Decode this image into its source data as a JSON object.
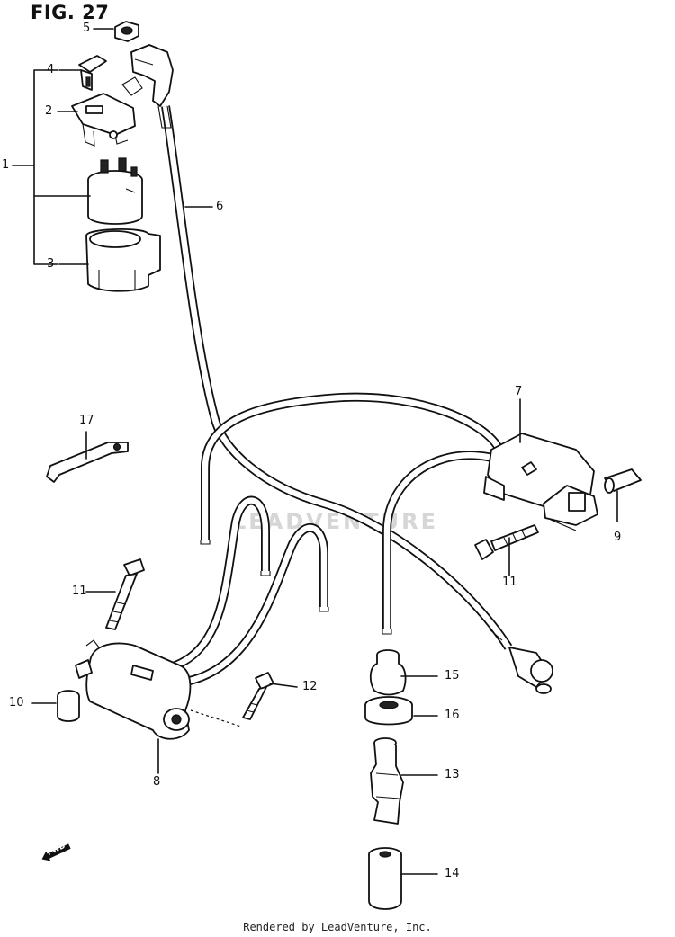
{
  "figure": {
    "title": "FIG. 27"
  },
  "callouts": [
    {
      "id": "1",
      "label": "1"
    },
    {
      "id": "2",
      "label": "2"
    },
    {
      "id": "3",
      "label": "3"
    },
    {
      "id": "4",
      "label": "4"
    },
    {
      "id": "5",
      "label": "5"
    },
    {
      "id": "6",
      "label": "6"
    },
    {
      "id": "7",
      "label": "7"
    },
    {
      "id": "8",
      "label": "8"
    },
    {
      "id": "9",
      "label": "9"
    },
    {
      "id": "10",
      "label": "10"
    },
    {
      "id": "11a",
      "label": "11"
    },
    {
      "id": "11b",
      "label": "11"
    },
    {
      "id": "12",
      "label": "12"
    },
    {
      "id": "13",
      "label": "13"
    },
    {
      "id": "14",
      "label": "14"
    },
    {
      "id": "15",
      "label": "15"
    },
    {
      "id": "16",
      "label": "16"
    },
    {
      "id": "17",
      "label": "17"
    }
  ],
  "direction_mark": "FWD",
  "watermark": "LEADVENTURE",
  "footer": {
    "text": "Rendered by LeadVenture, Inc."
  }
}
